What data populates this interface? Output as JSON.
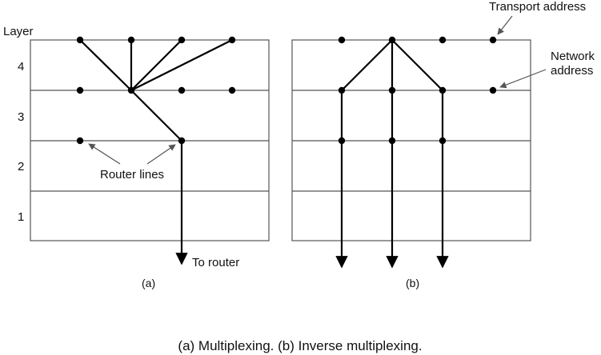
{
  "layer_axis": {
    "title": "Layer",
    "levels": [
      "4",
      "3",
      "2",
      "1"
    ]
  },
  "panels": [
    {
      "caption": "(a)"
    },
    {
      "caption": "(b)"
    }
  ],
  "labels": {
    "router_lines": "Router lines",
    "to_router": "To router",
    "transport_address": "Transport address",
    "network_address_line1": "Network",
    "network_address_line2": "address"
  },
  "figure_caption": "(a) Multiplexing. (b) Inverse multiplexing.",
  "colors": {
    "line": "#000000",
    "grid": "#555555",
    "background": "#ffffff"
  }
}
